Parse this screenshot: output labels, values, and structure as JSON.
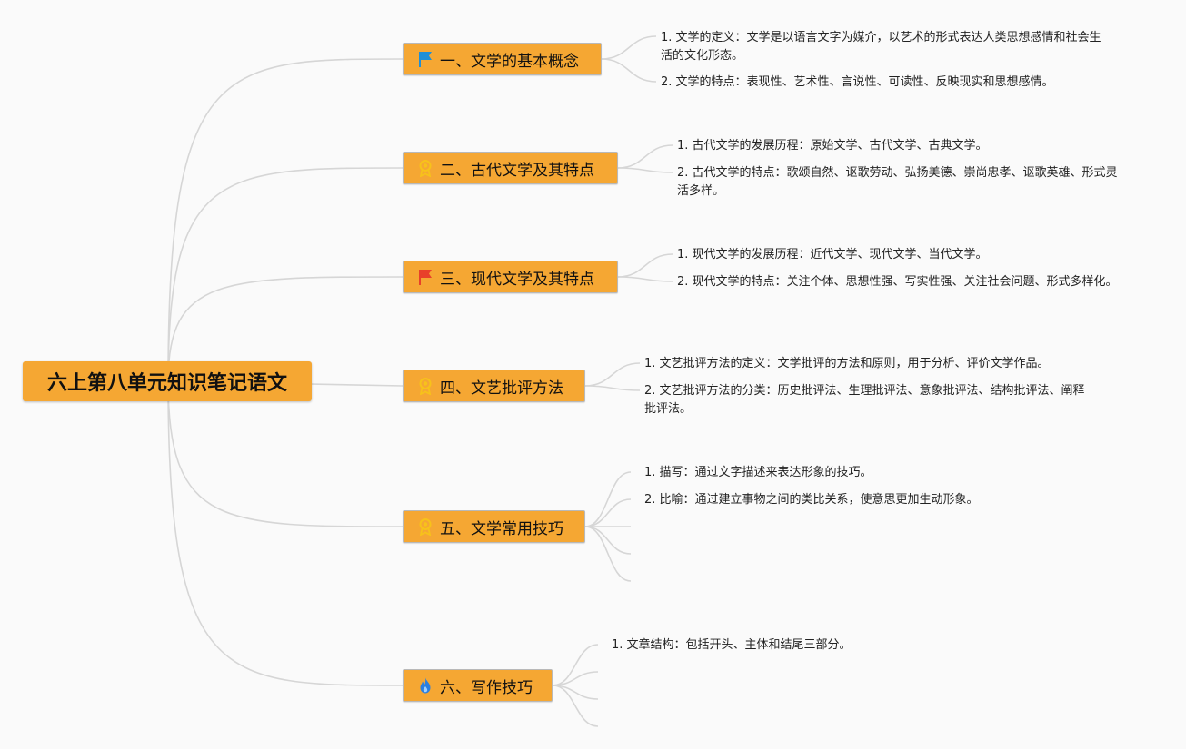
{
  "root": {
    "title": "六上第八单元知识笔记语文"
  },
  "topics": [
    {
      "label": "一、文学的基本概念",
      "icon": "blue-flag-icon",
      "items": [
        "1. 文学的定义：文学是以语言文字为媒介，以艺术的形式表达人类思想感情和社会生活的文化形态。",
        "2. 文学的特点：表现性、艺术性、言说性、可读性、反映现实和思想感情。"
      ]
    },
    {
      "label": "二、古代文学及其特点",
      "icon": "award-ribbon-icon",
      "items": [
        "1. 古代文学的发展历程：原始文学、古代文学、古典文学。",
        "2. 古代文学的特点：歌颂自然、讴歌劳动、弘扬美德、崇尚忠孝、讴歌英雄、形式灵活多样。"
      ]
    },
    {
      "label": "三、现代文学及其特点",
      "icon": "red-flag-icon",
      "items": [
        "1. 现代文学的发展历程：近代文学、现代文学、当代文学。",
        "2. 现代文学的特点：关注个体、思想性强、写实性强、关注社会问题、形式多样化。"
      ]
    },
    {
      "label": "四、文艺批评方法",
      "icon": "award-ribbon-icon",
      "items": [
        "1. 文艺批评方法的定义：文学批评的方法和原则，用于分析、评价文学作品。",
        "2. 文艺批评方法的分类：历史批评法、生理批评法、意象批评法、结构批评法、阐释批评法。"
      ]
    },
    {
      "label": "五、文学常用技巧",
      "icon": "award-ribbon-icon",
      "items": [
        "1. 描写：通过文字描述来表达形象的技巧。",
        "2. 比喻：通过建立事物之间的类比关系，使意思更加生动形象。"
      ]
    },
    {
      "label": "六、写作技巧",
      "icon": "flame-icon",
      "items": [
        "1. 文章结构：包括开头、主体和结尾三部分。"
      ]
    }
  ],
  "colors": {
    "node_fill": "#f5a733",
    "connector": "#d6d6d6",
    "blue_flag": "#1e8fd6",
    "red_flag": "#e8402a",
    "ribbon": "#f7c21a",
    "flame": "#2b7fe0"
  }
}
